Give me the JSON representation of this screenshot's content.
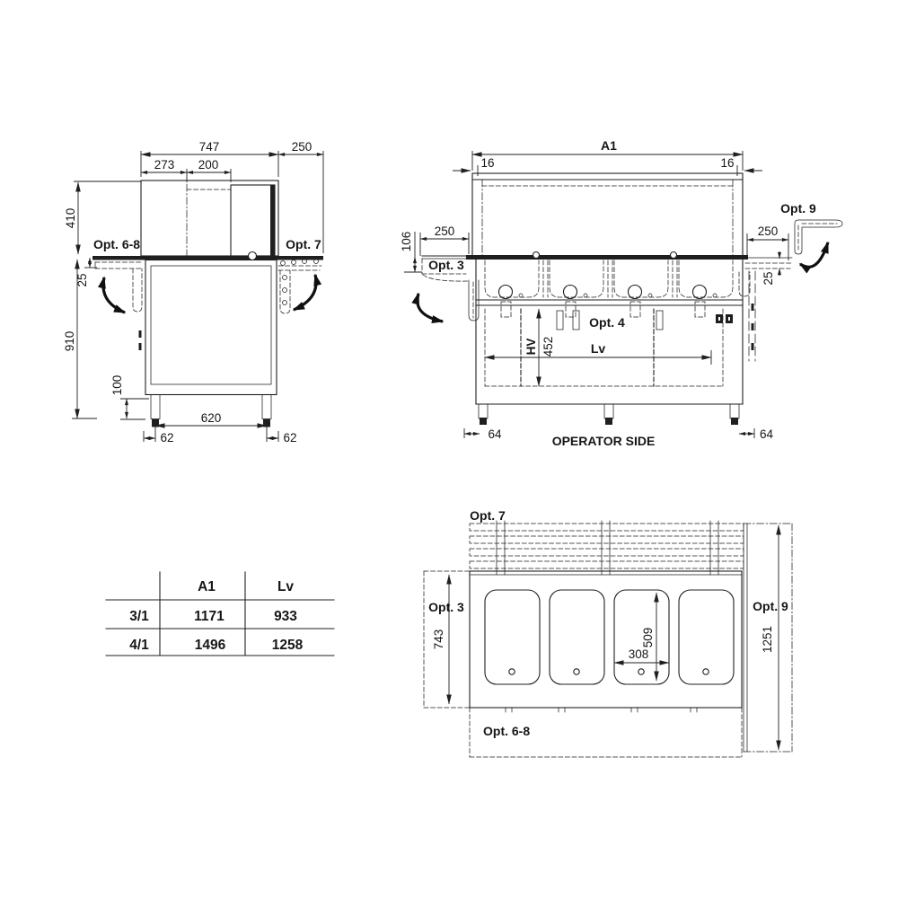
{
  "page": {
    "background": "#ffffff",
    "ink": "#1f1f1f"
  },
  "side_view": {
    "opt_6_8": "Opt. 6-8",
    "opt_7": "Opt. 7",
    "dim_747": "747",
    "dim_250": "250",
    "dim_273": "273",
    "dim_200": "200",
    "dim_410": "410",
    "dim_25": "25",
    "dim_910": "910",
    "dim_100": "100",
    "dim_620": "620",
    "dim_62_left": "62",
    "dim_62_right": "62"
  },
  "front_view": {
    "dim_a1": "A1",
    "dim_16_left": "16",
    "dim_16_right": "16",
    "dim_106": "106",
    "dim_250_left": "250",
    "opt_3": "Opt. 3",
    "opt_9": "Opt. 9",
    "dim_250_right": "250",
    "dim_25_right": "25",
    "opt_4": "Opt. 4",
    "dim_hv": "HV",
    "dim_452": "452",
    "dim_lv": "Lv",
    "dim_64_left": "64",
    "dim_64_right": "64",
    "caption": "OPERATOR SIDE"
  },
  "top_view": {
    "opt_7": "Opt. 7",
    "opt_3": "Opt. 3",
    "opt_9": "Opt. 9",
    "opt_6_8": "Opt. 6-8",
    "dim_743": "743",
    "dim_509": "509",
    "dim_308": "308",
    "dim_1251": "1251"
  },
  "size_table": {
    "headers": [
      "",
      "A1",
      "Lv"
    ],
    "rows": [
      [
        "3/1",
        "1171",
        "933"
      ],
      [
        "4/1",
        "1496",
        "1258"
      ]
    ]
  }
}
